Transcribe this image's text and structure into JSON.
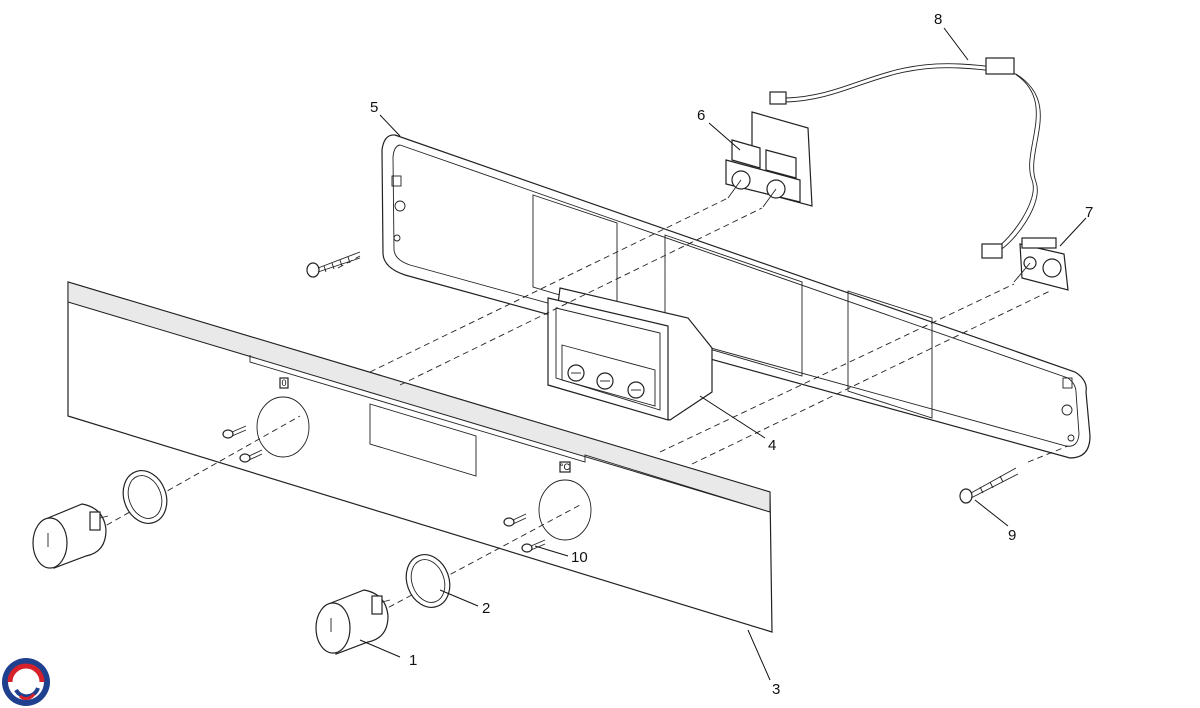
{
  "callouts": {
    "c1": "1",
    "c2": "2",
    "c3": "3",
    "c4": "4",
    "c5": "5",
    "c6": "6",
    "c7": "7",
    "c8": "8",
    "c9": "9",
    "c10": "10"
  },
  "panel_symbols": {
    "zero": "0",
    "celsius": "°C"
  },
  "logo": {
    "colors": [
      "#1f3f8f",
      "#d6202a"
    ]
  }
}
